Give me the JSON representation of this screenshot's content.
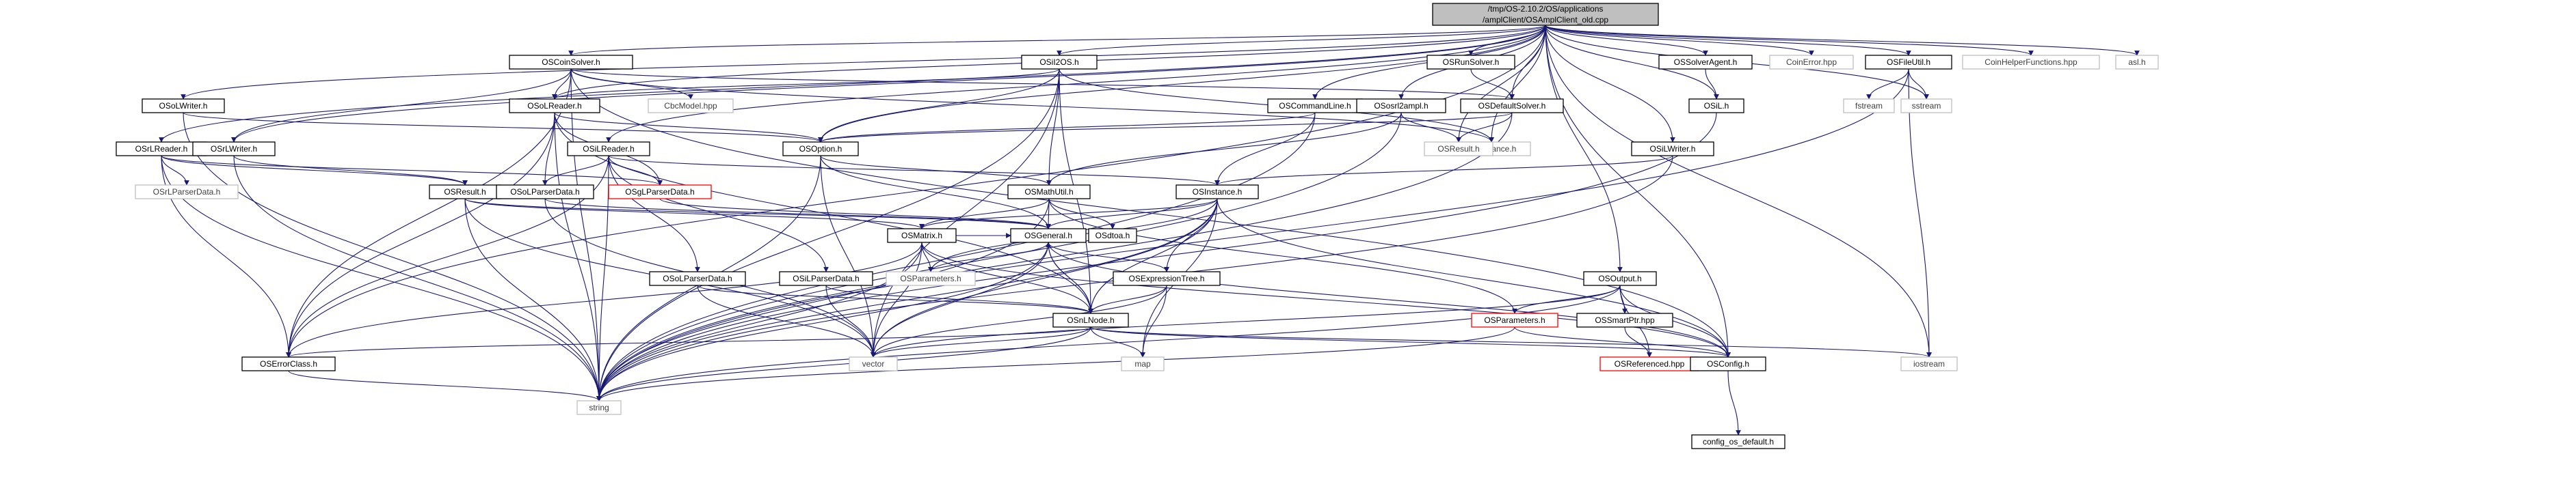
{
  "graph": {
    "nodes": [
      {
        "id": "root",
        "lines": [
          "/tmp/OS-2.10.2/OS/applications",
          "/amplClient/OSAmplClient_old.cpp"
        ],
        "style": "root"
      },
      {
        "id": "coinsolver",
        "lines": [
          "OSCoinSolver.h"
        ],
        "style": "doc"
      },
      {
        "id": "osi2os",
        "lines": [
          "OSiI2OS.h"
        ],
        "style": "doc"
      },
      {
        "id": "runsolver",
        "lines": [
          "OSRunSolver.h"
        ],
        "style": "doc"
      },
      {
        "id": "solveragent",
        "lines": [
          "OSSolverAgent.h"
        ],
        "style": "doc"
      },
      {
        "id": "coinerror",
        "lines": [
          "CoinError.hpp"
        ],
        "style": "ext"
      },
      {
        "id": "fileutil",
        "lines": [
          "OSFileUtil.h"
        ],
        "style": "doc"
      },
      {
        "id": "coinhelper",
        "lines": [
          "CoinHelperFunctions.hpp"
        ],
        "style": "ext"
      },
      {
        "id": "asl",
        "lines": [
          "asl.h"
        ],
        "style": "ext"
      },
      {
        "id": "oslwriter",
        "lines": [
          "OSoLWriter.h"
        ],
        "style": "doc"
      },
      {
        "id": "osolreader",
        "lines": [
          "OSoLReader.h"
        ],
        "style": "doc"
      },
      {
        "id": "cbcmodel",
        "lines": [
          "CbcModel.hpp"
        ],
        "style": "ext"
      },
      {
        "id": "cmdline",
        "lines": [
          "OSCommandLine.h"
        ],
        "style": "doc"
      },
      {
        "id": "ososrl2ampl",
        "lines": [
          "OSosrl2ampl.h"
        ],
        "style": "doc"
      },
      {
        "id": "defaultsolver",
        "lines": [
          "OSDefaultSolver.h"
        ],
        "style": "doc"
      },
      {
        "id": "oslh",
        "lines": [
          "OSiL.h"
        ],
        "style": "doc"
      },
      {
        "id": "fstream",
        "lines": [
          "fstream"
        ],
        "style": "ext"
      },
      {
        "id": "sstream",
        "lines": [
          "sstream"
        ],
        "style": "ext"
      },
      {
        "id": "osrlreader",
        "lines": [
          "OSrLReader.h"
        ],
        "style": "doc"
      },
      {
        "id": "osrlwriter",
        "lines": [
          "OSrLWriter.h"
        ],
        "style": "doc"
      },
      {
        "id": "osoption",
        "lines": [
          "OSOption.h"
        ],
        "style": "doc"
      },
      {
        "id": "osilreader",
        "lines": [
          "OSiLReader.h"
        ],
        "style": "doc"
      },
      {
        "id": "osinstance_ext",
        "lines": [
          "OSInstance.h"
        ],
        "style": "ext"
      },
      {
        "id": "osresult_ext",
        "lines": [
          "OSResult.h"
        ],
        "style": "ext"
      },
      {
        "id": "osilwriter",
        "lines": [
          "OSiLWriter.h"
        ],
        "style": "doc"
      },
      {
        "id": "osrlparserdata",
        "lines": [
          "OSrLParserData.h"
        ],
        "style": "ext"
      },
      {
        "id": "osresult",
        "lines": [
          "OSResult.h"
        ],
        "style": "doc"
      },
      {
        "id": "osolparserdata",
        "lines": [
          "OSoLParserData.h"
        ],
        "style": "doc"
      },
      {
        "id": "osglparserdata",
        "lines": [
          "OSgLParserData.h"
        ],
        "style": "red"
      },
      {
        "id": "osmathutil",
        "lines": [
          "OSMathUtil.h"
        ],
        "style": "doc"
      },
      {
        "id": "osinstance",
        "lines": [
          "OSInstance.h"
        ],
        "style": "doc"
      },
      {
        "id": "osmatrix",
        "lines": [
          "OSMatrix.h"
        ],
        "style": "doc"
      },
      {
        "id": "osgeneral",
        "lines": [
          "OSGeneral.h"
        ],
        "style": "doc"
      },
      {
        "id": "osdtoa",
        "lines": [
          "OSdtoa.h"
        ],
        "style": "doc"
      },
      {
        "id": "osparameters_ext",
        "lines": [
          "OSParameters.h"
        ],
        "style": "ext"
      },
      {
        "id": "osexpressiontree",
        "lines": [
          "OSExpressionTree.h"
        ],
        "style": "doc"
      },
      {
        "id": "osolparser2",
        "lines": [
          "OSoLParserData.h"
        ],
        "style": "doc"
      },
      {
        "id": "osilparserdata",
        "lines": [
          "OSiLParserData.h"
        ],
        "style": "doc"
      },
      {
        "id": "osnlnode",
        "lines": [
          "OSnLNode.h"
        ],
        "style": "doc"
      },
      {
        "id": "osoutput",
        "lines": [
          "OSOutput.h"
        ],
        "style": "doc"
      },
      {
        "id": "osparameters_red",
        "lines": [
          "OSParameters.h"
        ],
        "style": "red"
      },
      {
        "id": "smartptr",
        "lines": [
          "OSSmartPtr.hpp"
        ],
        "style": "doc"
      },
      {
        "id": "referenced",
        "lines": [
          "OSReferenced.hpp"
        ],
        "style": "red"
      },
      {
        "id": "oserrorclass",
        "lines": [
          "OSErrorClass.h"
        ],
        "style": "doc"
      },
      {
        "id": "vector",
        "lines": [
          "vector"
        ],
        "style": "ext"
      },
      {
        "id": "map",
        "lines": [
          "map"
        ],
        "style": "ext"
      },
      {
        "id": "iostream",
        "lines": [
          "iostream"
        ],
        "style": "ext"
      },
      {
        "id": "osconfig",
        "lines": [
          "OSConfig.h"
        ],
        "style": "doc"
      },
      {
        "id": "string",
        "lines": [
          "string"
        ],
        "style": "ext"
      },
      {
        "id": "configdefault",
        "lines": [
          "config_os_default.h"
        ],
        "style": "doc"
      }
    ],
    "edges": [
      [
        "root",
        "coinsolver"
      ],
      [
        "root",
        "osi2os"
      ],
      [
        "root",
        "runsolver"
      ],
      [
        "root",
        "solveragent"
      ],
      [
        "root",
        "coinerror"
      ],
      [
        "root",
        "fileutil"
      ],
      [
        "root",
        "coinhelper"
      ],
      [
        "root",
        "asl"
      ],
      [
        "root",
        "oslwriter"
      ],
      [
        "root",
        "osolreader"
      ],
      [
        "root",
        "osrlreader"
      ],
      [
        "root",
        "osrlwriter"
      ],
      [
        "root",
        "osilreader"
      ],
      [
        "root",
        "osoption"
      ],
      [
        "root",
        "cmdline"
      ],
      [
        "root",
        "ososrl2ampl"
      ],
      [
        "root",
        "defaultsolver"
      ],
      [
        "root",
        "oslh"
      ],
      [
        "root",
        "osilwriter"
      ],
      [
        "root",
        "osoutput"
      ],
      [
        "root",
        "osconfig"
      ],
      [
        "root",
        "oserrorclass"
      ],
      [
        "root",
        "osinstance_ext"
      ],
      [
        "root",
        "osresult_ext"
      ],
      [
        "root",
        "sstream"
      ],
      [
        "root",
        "iostream"
      ],
      [
        "coinsolver",
        "osolreader"
      ],
      [
        "coinsolver",
        "cbcmodel"
      ],
      [
        "coinsolver",
        "defaultsolver"
      ],
      [
        "coinsolver",
        "osrlwriter"
      ],
      [
        "coinsolver",
        "oserrorclass"
      ],
      [
        "coinsolver",
        "string"
      ],
      [
        "coinsolver",
        "osinstance_ext"
      ],
      [
        "coinsolver",
        "osconfig"
      ],
      [
        "osi2os",
        "osolreader"
      ],
      [
        "osi2os",
        "osoption"
      ],
      [
        "osi2os",
        "osmathutil"
      ],
      [
        "osi2os",
        "vector"
      ],
      [
        "osi2os",
        "osnlnode"
      ],
      [
        "osi2os",
        "string"
      ],
      [
        "osi2os",
        "osinstance_ext"
      ],
      [
        "runsolver",
        "defaultsolver"
      ],
      [
        "solveragent",
        "oslh"
      ],
      [
        "fileutil",
        "fstream"
      ],
      [
        "fileutil",
        "sstream"
      ],
      [
        "fileutil",
        "string"
      ],
      [
        "fileutil",
        "iostream"
      ],
      [
        "oslwriter",
        "osoption"
      ],
      [
        "oslwriter",
        "string"
      ],
      [
        "osolreader",
        "osoption"
      ],
      [
        "osolreader",
        "osolparserdata"
      ],
      [
        "osolreader",
        "osglparserdata"
      ],
      [
        "osolreader",
        "oserrorclass"
      ],
      [
        "osolreader",
        "string"
      ],
      [
        "osolreader",
        "osnlnode"
      ],
      [
        "cmdline",
        "osoption"
      ],
      [
        "cmdline",
        "osinstance"
      ],
      [
        "cmdline",
        "string"
      ],
      [
        "ososrl2ampl",
        "osmathutil"
      ],
      [
        "ososrl2ampl",
        "osresult_ext"
      ],
      [
        "ososrl2ampl",
        "string"
      ],
      [
        "defaultsolver",
        "osoption"
      ],
      [
        "defaultsolver",
        "osresult_ext"
      ],
      [
        "defaultsolver",
        "string"
      ],
      [
        "oslh",
        "string"
      ],
      [
        "osilwriter",
        "osinstance"
      ],
      [
        "osilwriter",
        "string"
      ],
      [
        "osrlreader",
        "osrlparserdata"
      ],
      [
        "osrlreader",
        "osresult"
      ],
      [
        "osrlreader",
        "osglparserdata"
      ],
      [
        "osrlreader",
        "oserrorclass"
      ],
      [
        "osrlreader",
        "string"
      ],
      [
        "osrlwriter",
        "osresult"
      ],
      [
        "osrlwriter",
        "string"
      ],
      [
        "osoption",
        "osmathutil"
      ],
      [
        "osoption",
        "osgeneral"
      ],
      [
        "osoption",
        "string"
      ],
      [
        "osoption",
        "vector"
      ],
      [
        "osilreader",
        "osinstance"
      ],
      [
        "osilreader",
        "osolparserdata"
      ],
      [
        "osilreader",
        "osglparserdata"
      ],
      [
        "osilreader",
        "osilparserdata"
      ],
      [
        "osilreader",
        "osolparser2"
      ],
      [
        "osilreader",
        "oserrorclass"
      ],
      [
        "osilreader",
        "string"
      ],
      [
        "osresult",
        "osgeneral"
      ],
      [
        "osresult",
        "osmatrix"
      ],
      [
        "osresult",
        "string"
      ],
      [
        "osresult",
        "vector"
      ],
      [
        "osolparserdata",
        "osgeneral"
      ],
      [
        "osolparserdata",
        "vector"
      ],
      [
        "osglparserdata",
        "osgeneral"
      ],
      [
        "osmathutil",
        "osgeneral"
      ],
      [
        "osmathutil",
        "osdtoa"
      ],
      [
        "osmathutil",
        "osparameters_red"
      ],
      [
        "osmathutil",
        "string"
      ],
      [
        "osmathutil",
        "osmatrix"
      ],
      [
        "osinstance",
        "osgeneral"
      ],
      [
        "osinstance",
        "osmatrix"
      ],
      [
        "osinstance",
        "osexpressiontree"
      ],
      [
        "osinstance",
        "osnlnode"
      ],
      [
        "osinstance",
        "map"
      ],
      [
        "osinstance",
        "osparameters_ext"
      ],
      [
        "osinstance",
        "vector"
      ],
      [
        "osinstance",
        "string"
      ],
      [
        "osinstance",
        "osconfig"
      ],
      [
        "osmatrix",
        "osgeneral"
      ],
      [
        "osmatrix",
        "osparameters_ext"
      ],
      [
        "osmatrix",
        "osnlnode"
      ],
      [
        "osmatrix",
        "oserrorclass"
      ],
      [
        "osmatrix",
        "string"
      ],
      [
        "osmatrix",
        "vector"
      ],
      [
        "osmatrix",
        "osconfig"
      ],
      [
        "osgeneral",
        "osparameters_ext"
      ],
      [
        "osgeneral",
        "osexpressiontree"
      ],
      [
        "osgeneral",
        "osnlnode"
      ],
      [
        "osgeneral",
        "string"
      ],
      [
        "osgeneral",
        "vector"
      ],
      [
        "osgeneral",
        "osconfig"
      ],
      [
        "osexpressiontree",
        "osnlnode"
      ],
      [
        "osexpressiontree",
        "map"
      ],
      [
        "osexpressiontree",
        "vector"
      ],
      [
        "osolparser2",
        "osnlnode"
      ],
      [
        "osolparser2",
        "vector"
      ],
      [
        "osilparserdata",
        "osnlnode"
      ],
      [
        "osilparserdata",
        "vector"
      ],
      [
        "osnlnode",
        "osgeneral"
      ],
      [
        "osnlnode",
        "oserrorclass"
      ],
      [
        "osnlnode",
        "vector"
      ],
      [
        "osnlnode",
        "map"
      ],
      [
        "osnlnode",
        "string"
      ],
      [
        "osnlnode",
        "osconfig"
      ],
      [
        "osnlnode",
        "iostream"
      ],
      [
        "osoutput",
        "osparameters_red"
      ],
      [
        "osoutput",
        "smartptr"
      ],
      [
        "osoutput",
        "referenced"
      ],
      [
        "osoutput",
        "vector"
      ],
      [
        "osoutput",
        "string"
      ],
      [
        "osoutput",
        "osconfig"
      ],
      [
        "osparameters_red",
        "osconfig"
      ],
      [
        "osparameters_red",
        "string"
      ],
      [
        "smartptr",
        "referenced"
      ],
      [
        "oserrorclass",
        "string"
      ],
      [
        "osconfig",
        "configdefault"
      ]
    ]
  },
  "colors": {
    "edge": "#191970",
    "doc_border": "#000000",
    "ext_border": "#bfbfbf",
    "red_border": "#ff0000",
    "root_fill": "#bfbfbf"
  }
}
